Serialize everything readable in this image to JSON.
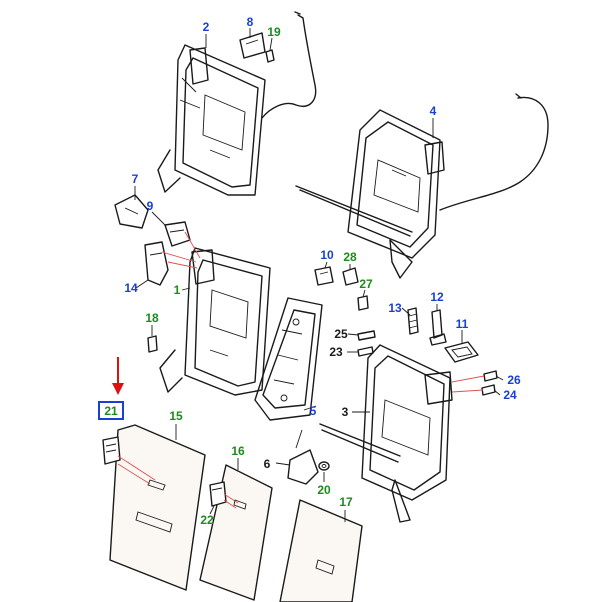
{
  "colors": {
    "callout_blue": "#1a3fd6",
    "callout_green": "#1e8a1e",
    "highlight_box": "#1a3fd6",
    "arrow": "#e01010",
    "lines": "#1a1a1a",
    "pink_leader": "#e25050"
  },
  "highlighted_part": "21",
  "callouts": {
    "c1": {
      "text": "1",
      "color": "green"
    },
    "c2": {
      "text": "2",
      "color": "blue"
    },
    "c3": {
      "text": "3",
      "color": "black"
    },
    "c4": {
      "text": "4",
      "color": "blue"
    },
    "c5": {
      "text": "5",
      "color": "blue"
    },
    "c6": {
      "text": "6",
      "color": "black"
    },
    "c7": {
      "text": "7",
      "color": "blue"
    },
    "c8": {
      "text": "8",
      "color": "blue"
    },
    "c9": {
      "text": "9",
      "color": "blue"
    },
    "c10": {
      "text": "10",
      "color": "blue"
    },
    "c11": {
      "text": "11",
      "color": "blue"
    },
    "c12": {
      "text": "12",
      "color": "blue"
    },
    "c13": {
      "text": "13",
      "color": "blue"
    },
    "c14": {
      "text": "14",
      "color": "blue"
    },
    "c15": {
      "text": "15",
      "color": "green"
    },
    "c16": {
      "text": "16",
      "color": "green"
    },
    "c17": {
      "text": "17",
      "color": "green"
    },
    "c18": {
      "text": "18",
      "color": "green"
    },
    "c19": {
      "text": "19",
      "color": "green"
    },
    "c20": {
      "text": "20",
      "color": "green"
    },
    "c21": {
      "text": "21",
      "color": "green"
    },
    "c22": {
      "text": "22",
      "color": "green"
    },
    "c23": {
      "text": "23",
      "color": "black"
    },
    "c24": {
      "text": "24",
      "color": "blue"
    },
    "c25": {
      "text": "25",
      "color": "black"
    },
    "c26": {
      "text": "26",
      "color": "blue"
    },
    "c27": {
      "text": "27",
      "color": "green"
    },
    "c28": {
      "text": "28",
      "color": "green"
    }
  }
}
